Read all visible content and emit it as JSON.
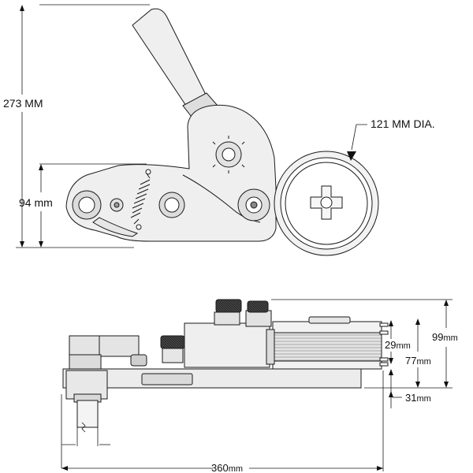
{
  "top_view": {
    "height_label": "273 MM",
    "side_label": "94 mm",
    "diameter_label": "121 MM DIA."
  },
  "side_view": {
    "total_height_label": "99",
    "total_height_unit": "mm",
    "reel_height_label": "29",
    "reel_height_unit": "mm",
    "reel_offset_label": "77",
    "reel_offset_unit": "mm",
    "base_height_label": "31",
    "base_height_unit": "mm",
    "length_label": "360",
    "length_unit": "mm"
  },
  "colors": {
    "ink": "#1a1a1a",
    "part_fill": "#ececec",
    "part_shade": "#d2d2d2",
    "knob": "#222222",
    "reel_stripe": "#b8b8b8"
  }
}
